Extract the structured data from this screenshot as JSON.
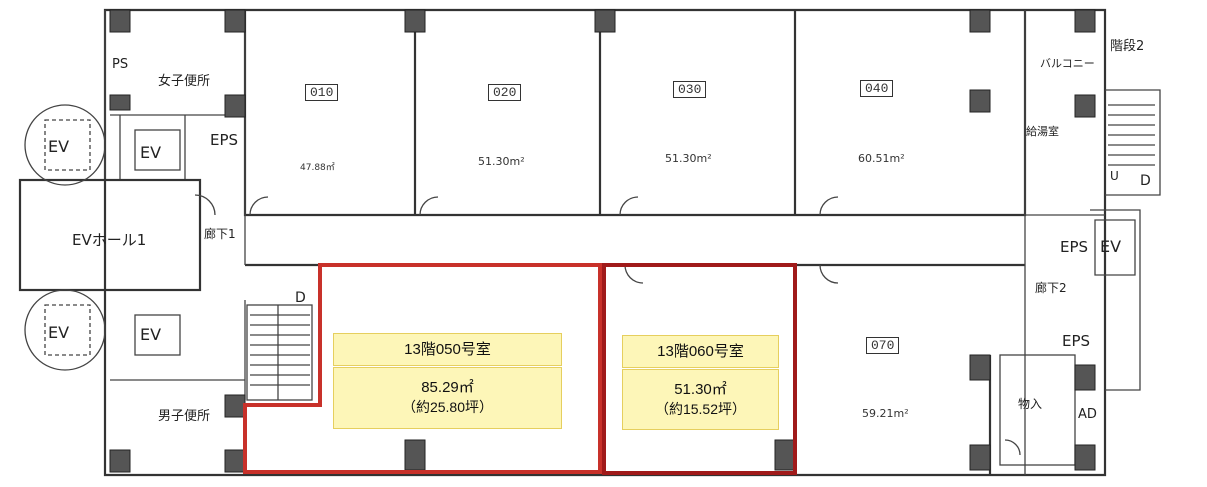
{
  "colors": {
    "unit_050_outline": "#c8312a",
    "unit_060_outline": "#a01a1a",
    "label_fill": "#fdf6b8"
  },
  "rooms": [
    {
      "id": "010",
      "area": "47.88㎡"
    },
    {
      "id": "020",
      "area": "51.30m²"
    },
    {
      "id": "030",
      "area": "51.30m²"
    },
    {
      "id": "040",
      "area": "60.51m²"
    },
    {
      "id": "070",
      "area": "59.21m²"
    }
  ],
  "highlight": {
    "u050": {
      "title": "13階050号室",
      "area": "85.29㎡",
      "tsubo": "（約25.80坪）"
    },
    "u060": {
      "title": "13階060号室",
      "area": "51.30㎡",
      "tsubo": "（約15.52坪）"
    }
  },
  "facilities": {
    "ev": "EV",
    "ev_hall": "EVホール1",
    "womens_wc": "女子便所",
    "mens_wc": "男子便所",
    "eps": "EPS",
    "corridor1": "廊下1",
    "corridor2": "廊下2",
    "stairs2": "階段2",
    "balcony": "バルコニー",
    "kitchenette": "給湯室",
    "storage": "物入",
    "ps": "PS",
    "ad": "AD",
    "d": "D",
    "u": "U"
  }
}
